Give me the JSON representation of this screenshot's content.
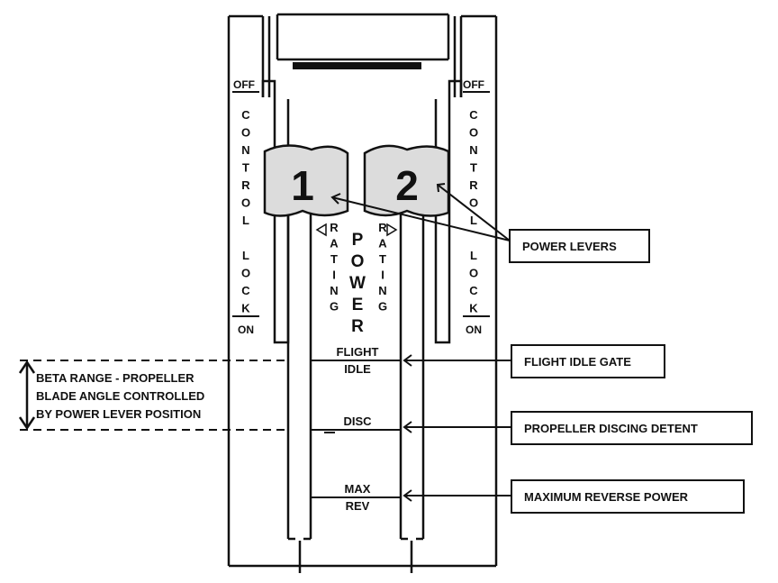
{
  "levers": {
    "lever1": "1",
    "lever2": "2"
  },
  "control_lock": {
    "off": "OFF",
    "on": "ON",
    "text_chars": [
      "C",
      "O",
      "N",
      "T",
      "R",
      "O",
      "L",
      "",
      "L",
      "O",
      "C",
      "K"
    ]
  },
  "center": {
    "rating_chars": [
      "R",
      "A",
      "T",
      "I",
      "N",
      "G"
    ],
    "power_chars": [
      "P",
      "O",
      "W",
      "E",
      "R"
    ],
    "flight_idle": [
      "FLIGHT",
      "IDLE"
    ],
    "disc": "DISC",
    "max_rev": [
      "MAX",
      "REV"
    ]
  },
  "callouts": {
    "power_levers": "POWER LEVERS",
    "flight_idle_gate": "FLIGHT IDLE GATE",
    "propeller_discing_detent": "PROPELLER DISCING DETENT",
    "maximum_reverse_power": "MAXIMUM REVERSE POWER"
  },
  "beta_range": {
    "lines": [
      "BETA RANGE - PROPELLER",
      "BLADE ANGLE CONTROLLED",
      "BY POWER LEVER POSITION"
    ]
  },
  "colors": {
    "ink": "#111111",
    "lever_fill": "#dcdcdc",
    "background": "#ffffff"
  }
}
